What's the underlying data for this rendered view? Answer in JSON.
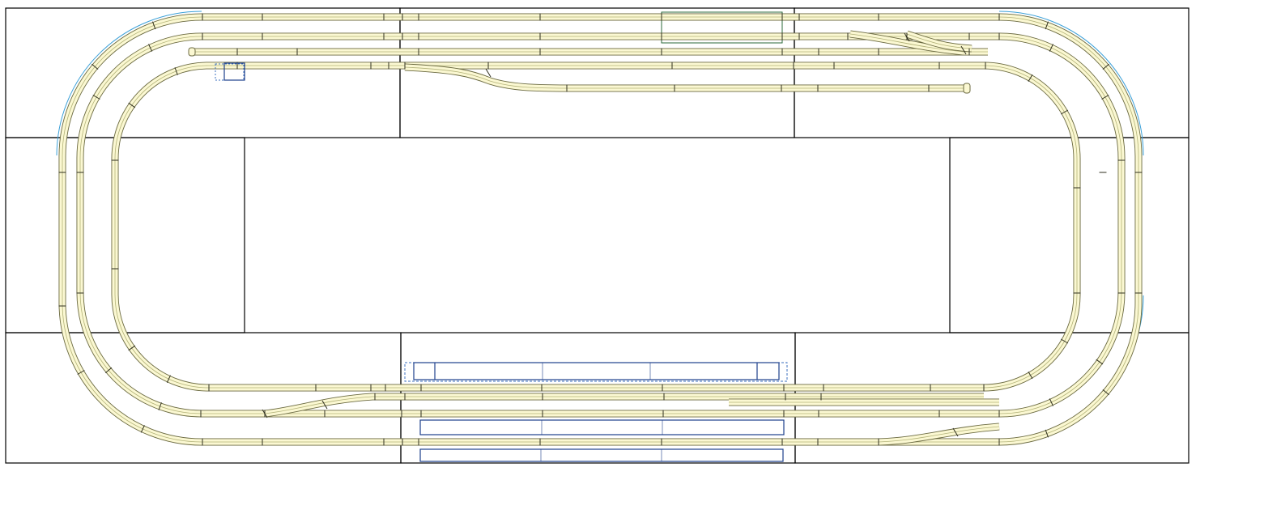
{
  "colors": {
    "background": "#ffffff",
    "board_outline": "#000000",
    "track_fill": "#fbf8d2",
    "track_border": "#6b6a42",
    "track_rail": "#b2b27a",
    "track_joint": "#2e2e1e",
    "platform": "#1d3f8c",
    "platform_dashed": "#3b6fbf",
    "clearance_arc": "#3aa0d8",
    "building_outline": "#2b6a3a"
  },
  "icons": {
    "track": "track-section",
    "turnout": "turnout-switch",
    "buffer": "buffer-stop"
  },
  "layout": {
    "board_count": 8,
    "tracks": {
      "upper_straights": 5,
      "lower_straights": 4,
      "turnouts": 6,
      "sidings": 2
    },
    "platforms": 4
  }
}
